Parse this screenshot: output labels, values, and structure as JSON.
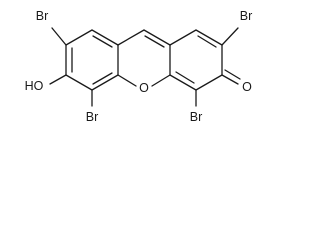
{
  "molecule": {
    "atoms": {
      "br_top_left": "Br",
      "br_top_right": "Br",
      "hydroxyl": "HO",
      "ring_oxygen": "O",
      "carbonyl_oxygen": "O",
      "br_bottom_left": "Br",
      "br_bottom_right": "Br"
    },
    "colors": {
      "bond": "#1a1a1a",
      "label": "#1a1a1a",
      "background": "#ffffff"
    }
  }
}
